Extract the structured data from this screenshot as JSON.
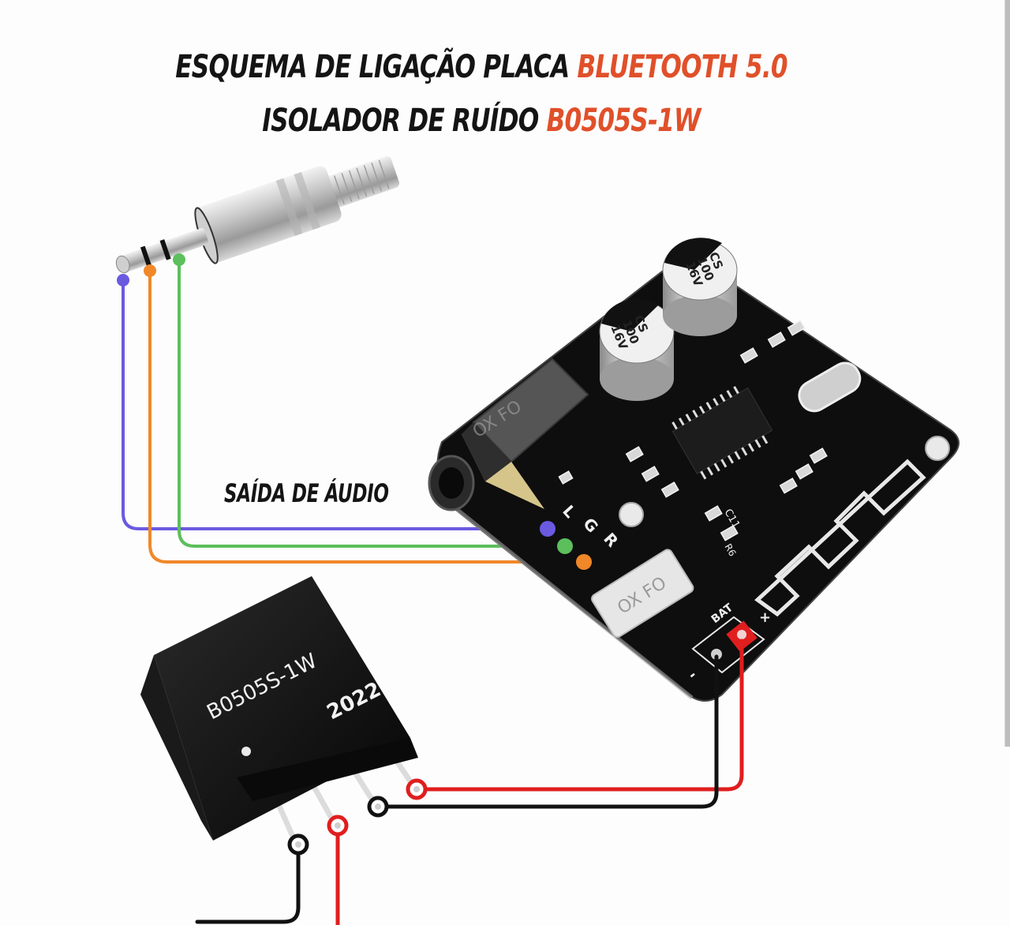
{
  "title": {
    "line1_prefix": "ESQUEMA DE LIGAÇÃO PLACA",
    "line1_accent": "BLUETOOTH 5.0",
    "line2_prefix": "ISOLADOR DE RUÍDO",
    "line2_accent": "B0505S-1W"
  },
  "colors": {
    "accent_text": "#e0502a",
    "wire_left": "#6a5ae0",
    "wire_ground": "#5cbf5c",
    "wire_right": "#f0882a",
    "wire_positive": "#e01e1e",
    "wire_negative": "#111111",
    "pcb": "#0e0e0e"
  },
  "audio_output_label": "SAÍDA DE ÁUDIO",
  "jack_plug": {
    "name": "3.5mm stereo plug",
    "contacts": [
      "tip",
      "ring",
      "sleeve"
    ]
  },
  "bluetooth_board": {
    "capacitors": [
      {
        "label_line1": "CS",
        "label_line2": "100",
        "label_line3": "16V"
      },
      {
        "label_line1": "CS",
        "label_line2": "100",
        "label_line3": "16V"
      }
    ],
    "audio_pads": [
      "L",
      "G",
      "R"
    ],
    "power_label": "BAT",
    "plus_label": "+",
    "minus_label": "-",
    "silkscreen": [
      "C11",
      "R6"
    ],
    "watermark": "OX FO"
  },
  "isolator_module": {
    "model": "B0505S-1W",
    "year": "2022"
  },
  "connections": [
    {
      "from": "jack tip",
      "to": "board L",
      "color": "purple"
    },
    {
      "from": "jack sleeve",
      "to": "board G",
      "color": "green"
    },
    {
      "from": "jack ring",
      "to": "board R",
      "color": "orange"
    },
    {
      "from": "board BAT +",
      "to": "isolator output +",
      "color": "red"
    },
    {
      "from": "board BAT -",
      "to": "isolator output -",
      "color": "black"
    },
    {
      "from": "isolator input -",
      "to": "off-image",
      "color": "black"
    },
    {
      "from": "isolator input +",
      "to": "off-image",
      "color": "red"
    }
  ]
}
